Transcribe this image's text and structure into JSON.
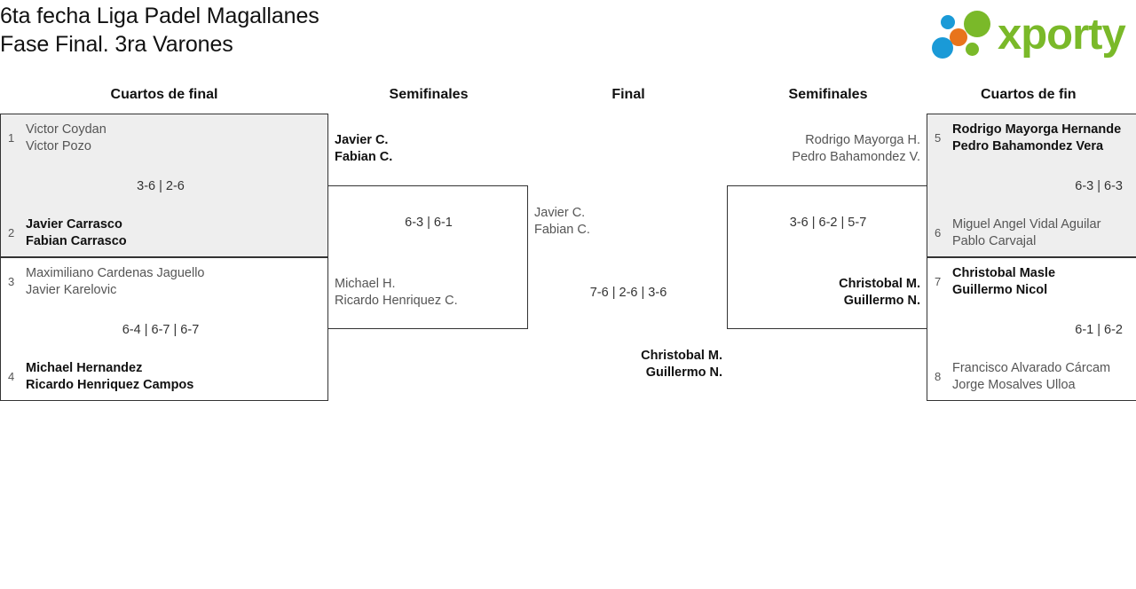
{
  "header": {
    "title": "6ta fecha Liga Padel Magallanes\nFase Final. 3ra Varones",
    "brand": "xporty",
    "logo_colors": {
      "blue": "#1a9ad7",
      "orange": "#e8741b",
      "green": "#7ab929"
    }
  },
  "round_headers": {
    "qf_left": "Cuartos de final",
    "sf_left": "Semifinales",
    "final": "Final",
    "sf_right": "Semifinales",
    "qf_right": "Cuartos de fin"
  },
  "bracket": {
    "qf_left": [
      {
        "shaded": true,
        "top": {
          "seed": "1",
          "names": "Victor Coydan\nVictor Pozo",
          "winner": false
        },
        "bottom": {
          "seed": "2",
          "names": "Javier Carrasco\nFabian Carrasco",
          "winner": true
        },
        "score": "3-6 | 2-6"
      },
      {
        "shaded": false,
        "top": {
          "seed": "3",
          "names": "Maximiliano Cardenas Jaguello\nJavier Karelovic",
          "winner": false
        },
        "bottom": {
          "seed": "4",
          "names": "Michael Hernandez\nRicardo Henriquez Campos",
          "winner": true
        },
        "score": "6-4 | 6-7 | 6-7"
      }
    ],
    "sf_left": {
      "top": {
        "names": "Javier C.\nFabian C.",
        "winner": true
      },
      "bottom": {
        "names": "Michael H.\nRicardo Henriquez C.",
        "winner": false
      },
      "score": "6-3 | 6-1"
    },
    "final": {
      "left": {
        "names": "Javier C.\nFabian C.",
        "winner": false
      },
      "right": {
        "names": "Christobal M.\nGuillermo N.",
        "winner": true
      },
      "score": "7-6 | 2-6 | 3-6"
    },
    "sf_right": {
      "top": {
        "names": "Rodrigo Mayorga H.\nPedro Bahamondez V.",
        "winner": false
      },
      "bottom": {
        "names": "Christobal M.\nGuillermo N.",
        "winner": true
      },
      "score": "3-6 | 6-2 | 5-7"
    },
    "qf_right": [
      {
        "shaded": true,
        "top": {
          "seed": "5",
          "names": "Rodrigo Mayorga Hernande\nPedro Bahamondez Vera",
          "winner": true
        },
        "bottom": {
          "seed": "6",
          "names": "Miguel Angel Vidal Aguilar\nPablo Carvajal",
          "winner": false
        },
        "score": "6-3 | 6-3"
      },
      {
        "shaded": false,
        "top": {
          "seed": "7",
          "names": "Christobal Masle\nGuillermo Nicol",
          "winner": true
        },
        "bottom": {
          "seed": "8",
          "names": "Francisco Alvarado Cárcam\nJorge Mosalves Ulloa",
          "winner": false
        },
        "score": "6-1 | 6-2"
      }
    ]
  }
}
